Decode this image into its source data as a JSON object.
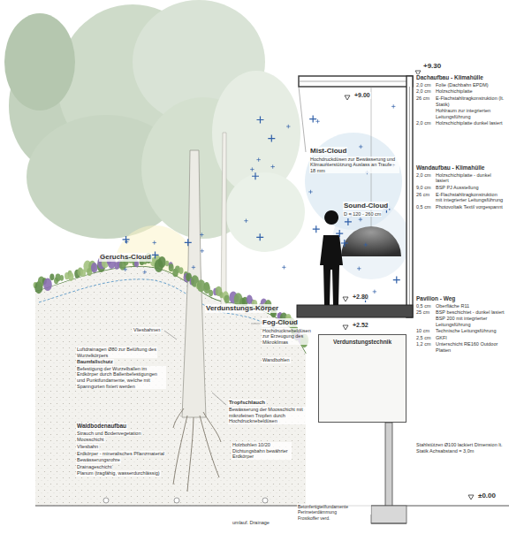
{
  "diagram": {
    "nodes": [
      {
        "text": [
          "Verdunstungstechnik"
        ]
      }
    ],
    "labels": [
      "+9.30",
      "Dachaufbau - Klimahülle",
      "2,0 cm",
      "Folie (Dachbahn EPDM)",
      "2,0 cm",
      "Holzschichtplatte",
      "26 cm",
      "E-Flachstahltragkonstruktion (lt. Statik)",
      "Hohlraum zur integrierten Leitungsführung",
      "2,0 cm",
      "Holzschichtplatte dunkel lasiert",
      "Wandaufbau - Klimahülle",
      "2,0 cm",
      "Holzschichtplatte - dunkel lasiert",
      "9,0 cm",
      "BSP PJ Ausstellung",
      "26 cm",
      "E-Flachstahltragkonstruktion mit integrierter Leitungsführung",
      "0,5 cm",
      "Photovoltaik Textil vorgespannt",
      "Pavilion - Weg",
      "0,5 cm",
      "Oberfläche R11",
      "25 cm",
      "BSP beschichtet - dunkel lasiert BSP 200 mit integrierter Leitungsführung",
      "10 cm",
      "Technische Leitungsführung",
      "2,5 cm",
      "GKFI",
      "1,2 cm",
      "Unterschicht RE160 Outdoor Platten",
      "Stahlstützen Ø100 lackiert Dimension lt. Statik Achsabstand = 3,0m",
      "±0.00",
      "+9.00",
      "Mist-Cloud",
      "Hochdruckdüsen zur Bewässerung und Klimaunterstützung Auslass an Traufe - 18 mm",
      "Sound-Cloud",
      "D = 120 - 260 cm",
      "+2.80",
      "+2.52",
      "Betonfertigteilfundamente Perimeterdämmung",
      "Frostkoffer verd.",
      "umlauf. Drainage",
      "Geruchs-Cloud",
      "Verdunstungs-Körper",
      "Fog-Cloud",
      "Hochdrucknebeldüsen zur Erzeugung des Mikroklimas",
      "Wandbohlen",
      "Tropfschlauch",
      "Bewässerung der Moosschicht mit mikrofeinen Tropfen durch Hochdrucknebeldüsen",
      "Holzbohlen 10/20 Dichtungsbahn bewährter Erdkörper",
      "Vliesbahnen",
      "Luftdrainagen Ø80 zur Belüftung des Wurzelkörpers",
      "Baumfallschutz",
      "Befestigung der Wurzelballen im Erdkörper durch Ballenbefestigungen und Punktfundamente, welche mit Spanngurten fixiert werden",
      "Waldbodenaufbau",
      "Strauch und Bodenvegetation",
      "Moosschicht",
      "Vliesbahn",
      "Erdkörper - mineralisches Pflanzmaterial",
      "Bewässerungsrohre",
      "Drainageschicht",
      "Planum (tragfähig, wasserdurchlässig)"
    ]
  }
}
